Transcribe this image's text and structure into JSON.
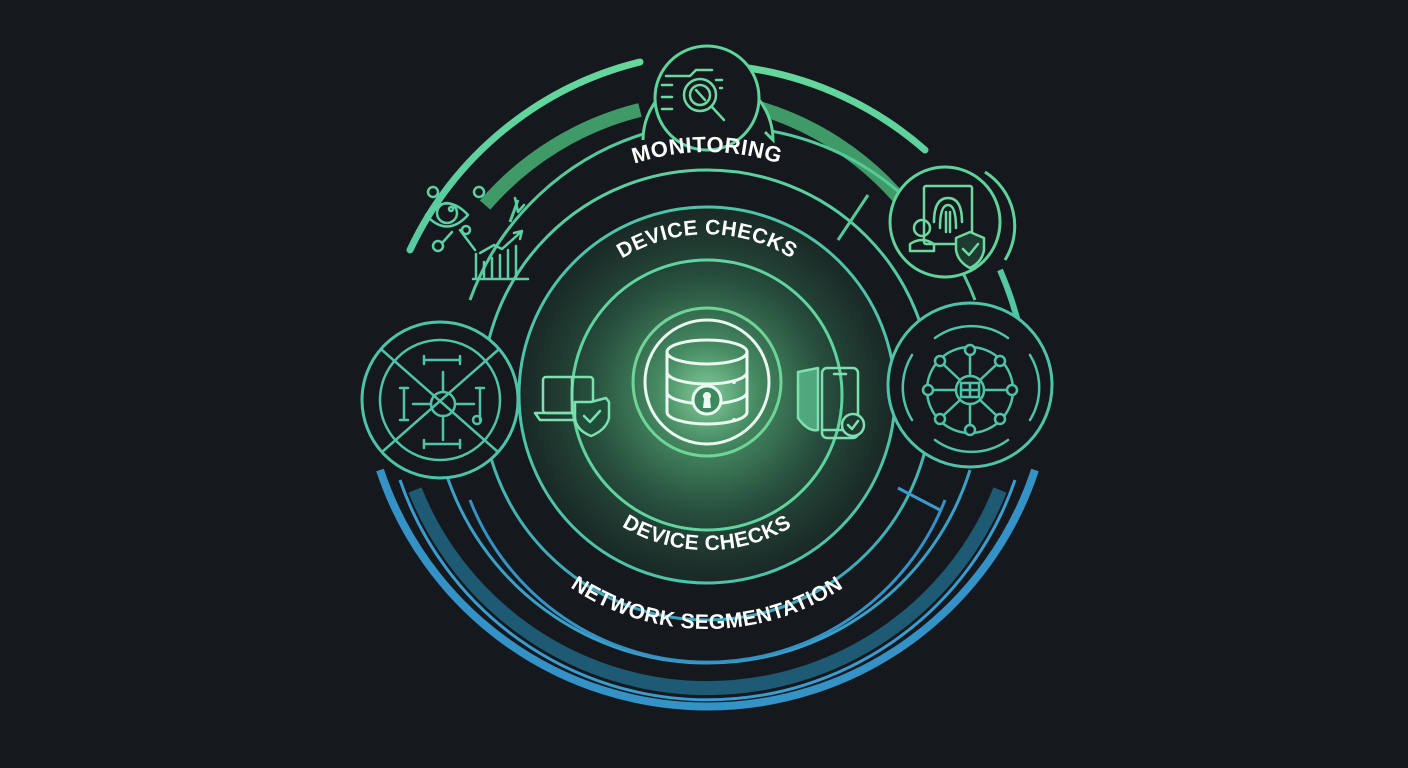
{
  "diagram": {
    "type": "concentric-layer-diagram",
    "colors": {
      "background": "#15191e",
      "green": "#5fd39a",
      "green_dark": "#3f9a6c",
      "teal": "#4fc3a8",
      "blue": "#3a9ccf",
      "core_glow": "#6fd596",
      "label": "#ffffff"
    },
    "labels": {
      "outer_top": "MONITORING",
      "inner_top": "DEVICE CHECKS",
      "inner_bottom": "DEVICE CHECKS",
      "outer_bottom": "NETWORK SEGMENTATION"
    },
    "core": {
      "icon": "locked-database-icon"
    },
    "inner_icons": [
      {
        "position": "left",
        "icon": "laptop-shield-check-icon"
      },
      {
        "position": "right",
        "icon": "mobile-shield-check-icon"
      }
    ],
    "outer_nodes": [
      {
        "position": "top",
        "icon": "magnifier-data-scan-icon"
      },
      {
        "position": "upper-left",
        "icon": "eye-analytics-chart-icon"
      },
      {
        "position": "upper-right",
        "icon": "fingerprint-identity-shield-icon"
      },
      {
        "position": "left",
        "icon": "target-crosshair-icon"
      },
      {
        "position": "right",
        "icon": "network-hub-icon"
      }
    ]
  }
}
